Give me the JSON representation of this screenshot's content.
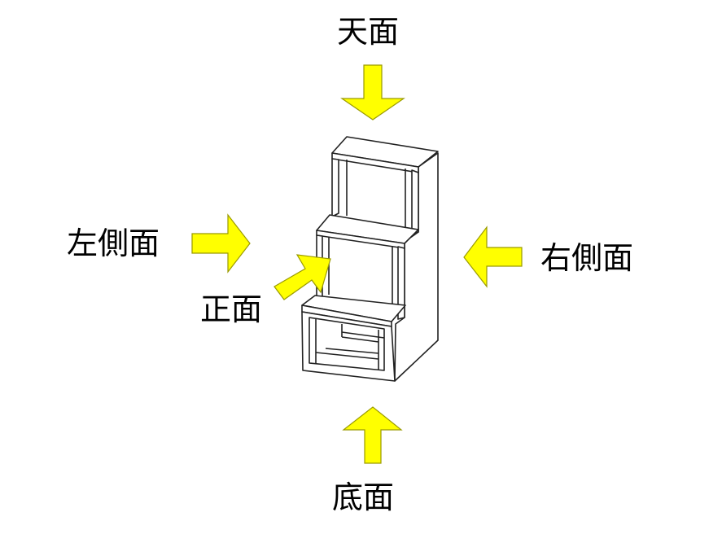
{
  "labels": {
    "top": "天面",
    "left": "左側面",
    "right": "右側面",
    "front": "正面",
    "bottom": "底面"
  },
  "colors": {
    "arrow_fill": "#ffff00",
    "arrow_stroke": "#9a9a00",
    "line": "#222222",
    "background": "#ffffff"
  }
}
